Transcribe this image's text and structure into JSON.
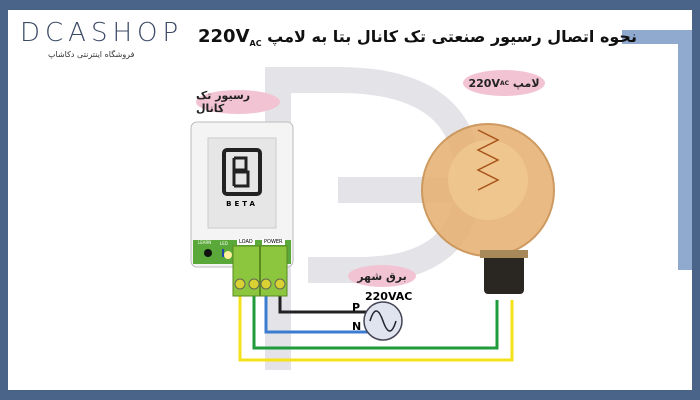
{
  "logo": {
    "brand": "DCASHOP",
    "tagline": "فروشگاه اینترنتی دکاشاپ"
  },
  "title": {
    "text": "نحوه اتصال رسیور صنعتی تک کانال بتا به لامپ",
    "voltage": "220V",
    "sub": "AC"
  },
  "labels": {
    "receiver": "رسیور تک کانال",
    "lamp": "لامپ",
    "lamp_voltage": "220V",
    "lamp_sub": "AC",
    "mains": "برق شهر",
    "source": "220VAC",
    "p": "P",
    "n": "N"
  },
  "device": {
    "brand": "BETA",
    "learn": "LEARN",
    "led": "LED",
    "load": "LOAD",
    "power": "POWER"
  },
  "colors": {
    "frame": "#4a6489",
    "wire_yellow": "#f5e11a",
    "wire_green": "#1f9b3b",
    "wire_blue": "#3b7bd0",
    "wire_black": "#222222",
    "terminal": "#8cc63f",
    "pill": "#f2c3d3"
  }
}
